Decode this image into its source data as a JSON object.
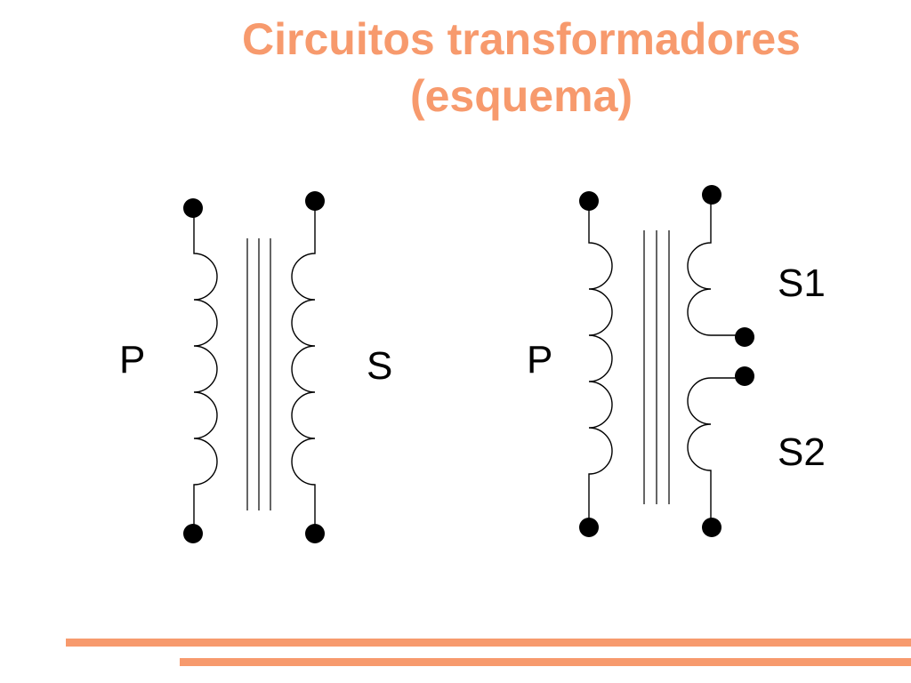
{
  "title": {
    "line1": "Circuitos transformadores",
    "line2": "(esquema)"
  },
  "left_transformer": {
    "primary_label": "P",
    "secondary_label": "S"
  },
  "right_transformer": {
    "primary_label": "P",
    "secondary_top_label": "S1",
    "secondary_bottom_label": "S2"
  },
  "colors": {
    "accent": "#f79a6d",
    "ink": "#000000"
  }
}
